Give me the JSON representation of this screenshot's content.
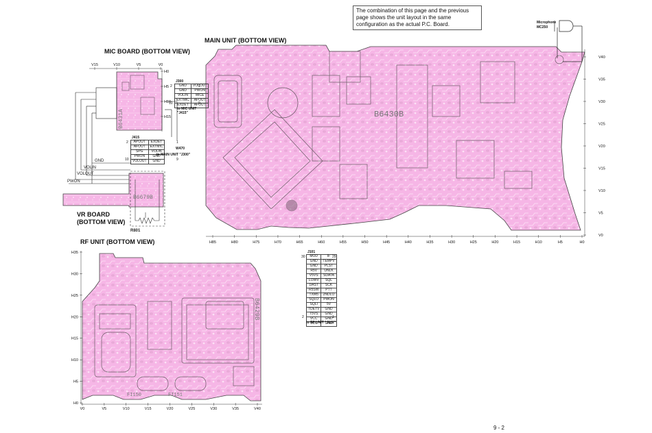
{
  "note": "The combination of this page and the previous page shows the unit layout in the same configuration as the actual P.C. Board.",
  "titles": {
    "mic": "MIC BOARD (BOTTOM VIEW)",
    "main": "MAIN UNIT (BOTTOM VIEW)",
    "vr": "VR BOARD\n(BOTTOM VIEW)",
    "rf": "RF UNIT (BOTTOM VIEW)"
  },
  "page_number": "9 - 2",
  "microphone": {
    "label": "Microphone",
    "ref": "MC250"
  },
  "main_unit": {
    "board_code": "B6430B",
    "right_ticks": [
      "V40",
      "V35",
      "V30",
      "V25",
      "V20",
      "V15",
      "V10",
      "V5",
      "V0"
    ],
    "bottom_ticks": [
      "H85",
      "H80",
      "H75",
      "H70",
      "H65",
      "H60",
      "H55",
      "H50",
      "H45",
      "H40",
      "H35",
      "H30",
      "H25",
      "H20",
      "H15",
      "H10",
      "H5",
      "H0"
    ]
  },
  "mic_board": {
    "board_code": "B6431A",
    "top_ticks": [
      "V15",
      "V10",
      "V5",
      "V0"
    ],
    "right_ticks": [
      "H0",
      "H5",
      "H10",
      "H15"
    ]
  },
  "vr_board": {
    "board_code": "B6679B",
    "ref": "R801"
  },
  "rf_unit": {
    "board_code": "B6429B",
    "left_ticks": [
      "H35",
      "H30",
      "H25",
      "H20",
      "H15",
      "H10",
      "H5",
      "H0"
    ],
    "bottom_ticks": [
      "V0",
      "V5",
      "V10",
      "V15",
      "V20",
      "V25",
      "V30",
      "V35",
      "V40"
    ],
    "labels": [
      "FI150",
      "FI151"
    ]
  },
  "wires": [
    "GND",
    "VOLIN",
    "VOLOUT",
    "PWON"
  ],
  "j300": {
    "name": "J300",
    "rows": [
      [
        "GND",
        "VOLOUT"
      ],
      [
        "GND",
        "PWON"
      ],
      [
        "VOLIN",
        "MICE"
      ],
      [
        "EXTMIC",
        "AFOUT"
      ],
      [
        "EXDET",
        "AFOUT"
      ]
    ],
    "pins": [
      "2",
      "1",
      "10",
      "9"
    ],
    "to": "to MIC UNIT \"J415\""
  },
  "j415": {
    "name": "J415",
    "rows": [
      [
        "APOUT",
        "EXDET"
      ],
      [
        "AFOUT",
        "EXTMIC"
      ],
      [
        "SPG",
        "VOLIN"
      ],
      [
        "PWON",
        "GND"
      ],
      [
        "VOLOUT",
        "GND"
      ]
    ],
    "pins": [
      "2",
      "1",
      "10",
      "9"
    ],
    "wire": "W470",
    "to": "to MAIN UNIT \"J300\""
  },
  "j101": {
    "name": "J101",
    "rows": [
      [
        "MOD",
        "IF"
      ],
      [
        "GND",
        "TEMPV"
      ],
      [
        "GND",
        "PLST"
      ],
      [
        "R5V",
        "UNLK"
      ],
      [
        "V5VS",
        "SDATA"
      ],
      [
        "LOWV",
        "SQL"
      ],
      [
        "DAST",
        "SCK"
      ],
      [
        "R5SW",
        "PTT"
      ],
      [
        "TXM5",
        "2NDLO"
      ],
      [
        "SQLO",
        "PWON"
      ],
      [
        "SQLI",
        "5V"
      ],
      [
        "TDETV",
        "GND"
      ],
      [
        "T5VS",
        "GND"
      ],
      [
        "VCC",
        "GND"
      ],
      [
        "VCC",
        "GND"
      ]
    ],
    "pins": [
      "30",
      "29",
      "2",
      "1"
    ],
    "to": "to RF UNIT \"J101\""
  }
}
